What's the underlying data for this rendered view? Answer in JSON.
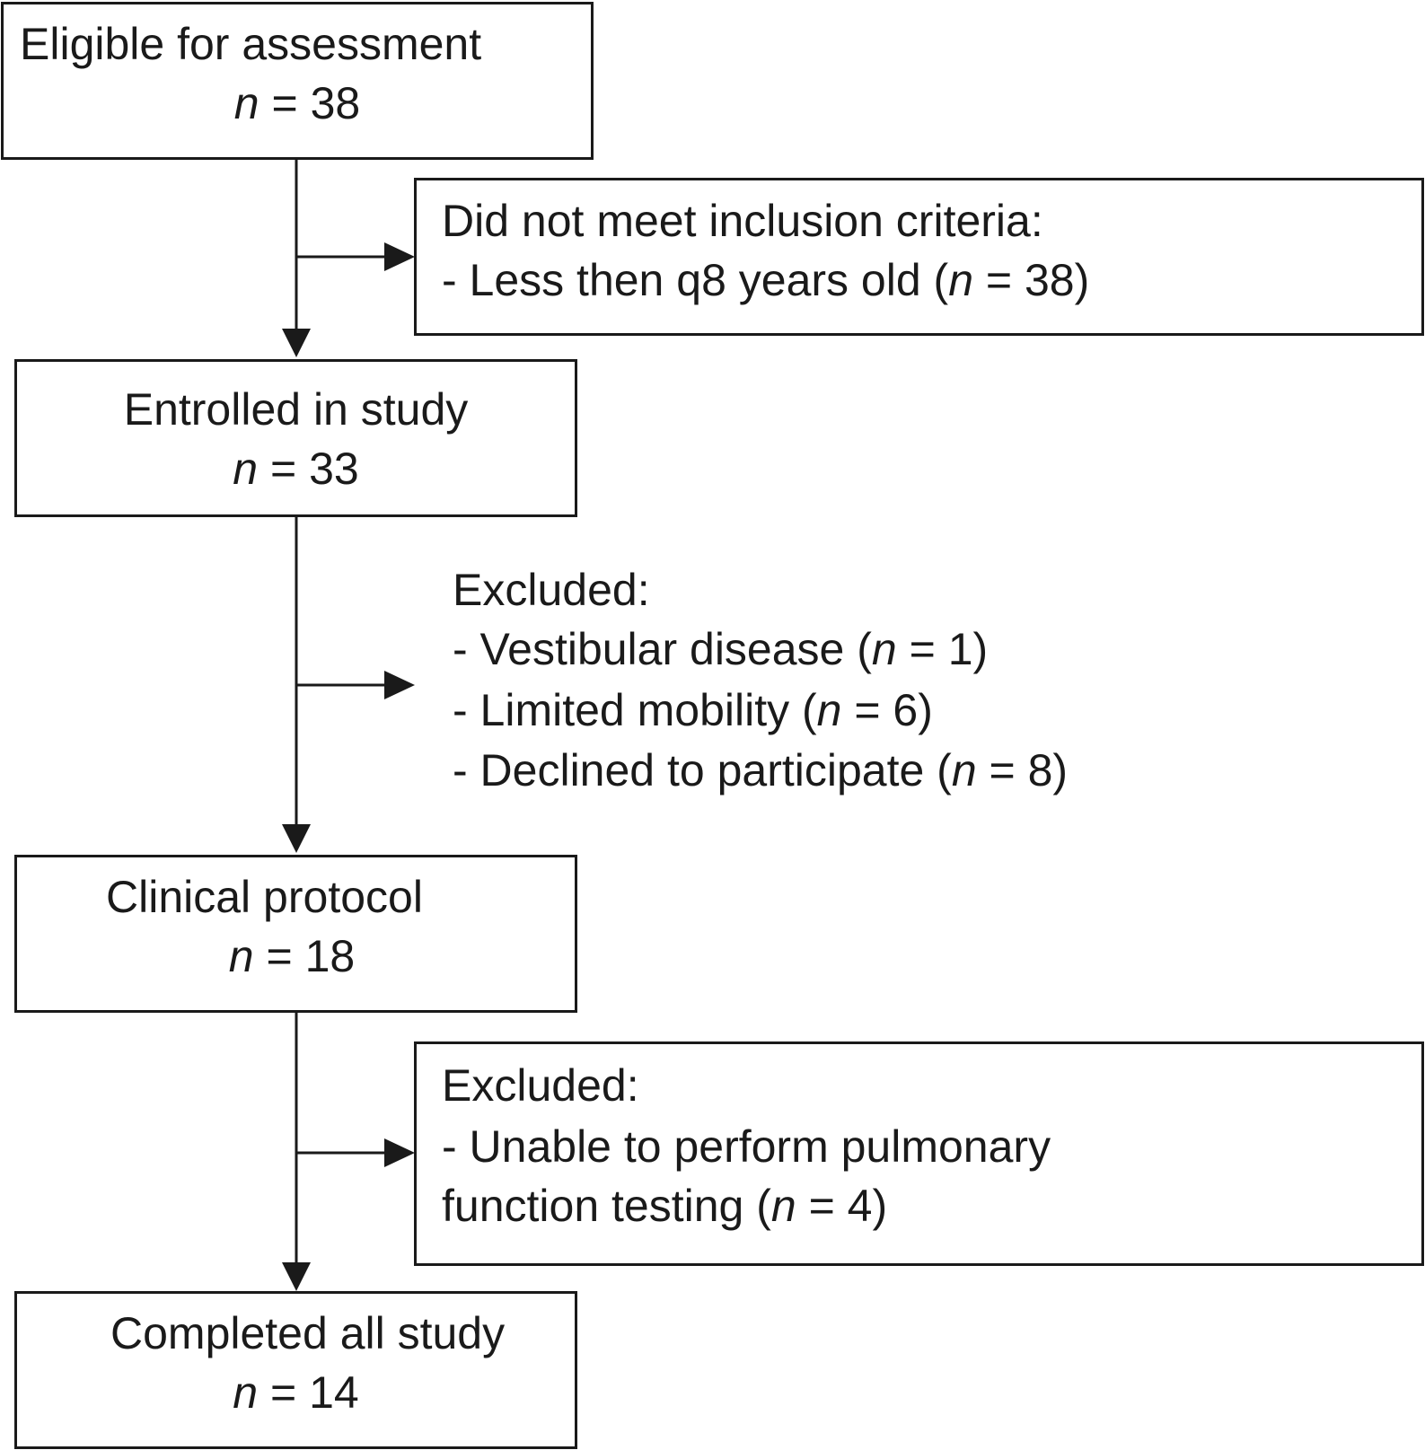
{
  "steps": [
    {
      "title": "Eligible for assessment",
      "n_label": "n",
      "n_eq": " = 38"
    },
    {
      "title": "Entrolled in study",
      "n_label": "n",
      "n_eq": " = 33"
    },
    {
      "title": "Clinical protocol",
      "n_label": "n",
      "n_eq": " = 18"
    },
    {
      "title": "Completed all study",
      "n_label": "n",
      "n_eq": " = 14"
    }
  ],
  "exclusions": [
    {
      "heading": "Did not meet inclusion criteria:",
      "items": [
        {
          "pre": "- Less then q8 years old (",
          "n": "n",
          "post": " = 38)"
        }
      ]
    },
    {
      "heading": "Excluded:",
      "items": [
        {
          "pre": "- Vestibular disease (",
          "n": "n",
          "post": " = 1)"
        },
        {
          "pre": "- Limited mobility (",
          "n": "n",
          "post": " = 6)"
        },
        {
          "pre": "- Declined to participate (",
          "n": "n",
          "post": " = 8)"
        }
      ]
    },
    {
      "heading": "Excluded:",
      "items": [
        {
          "pre": "- Unable to perform pulmonary",
          "n": "",
          "post": ""
        },
        {
          "pre": "function testing (",
          "n": "n",
          "post": " = 4)"
        }
      ]
    }
  ]
}
